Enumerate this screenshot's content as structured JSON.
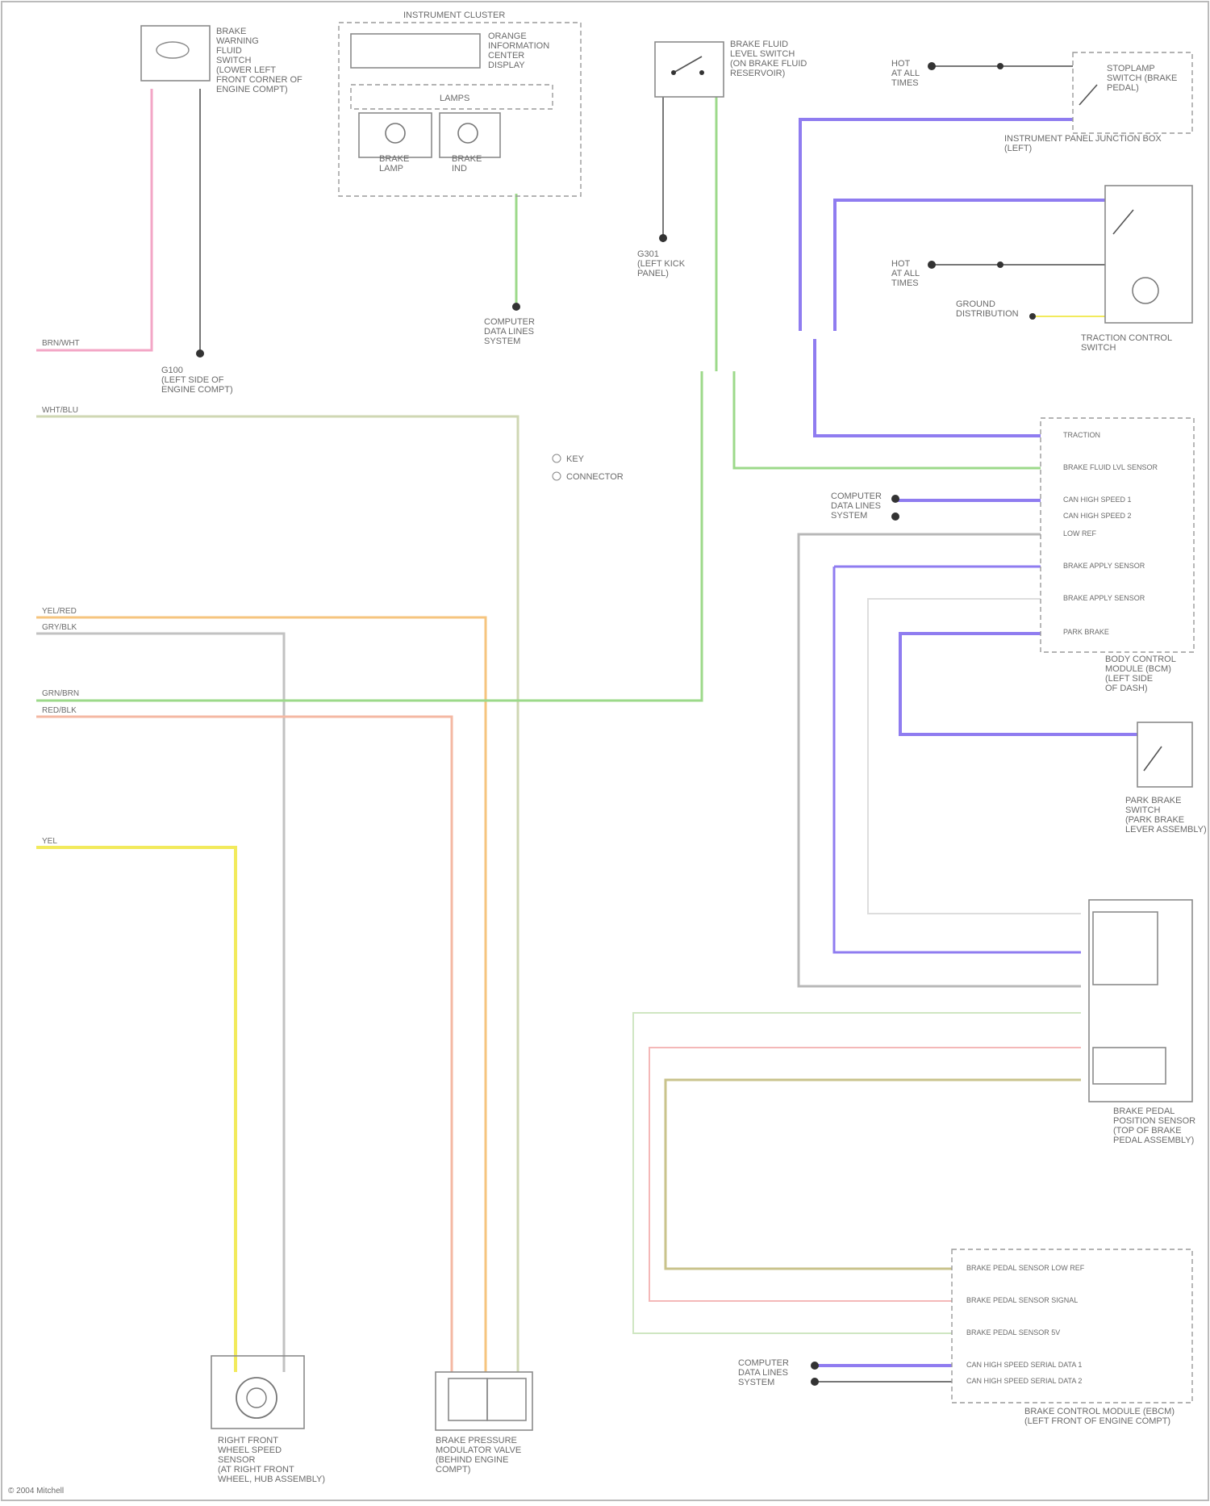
{
  "title_block": {
    "instrument_cluster": "INSTRUMENT CLUSTER",
    "cluster_display_label": "ORANGE\nINFORMATION\nCENTER\nDISPLAY",
    "lamp_label": "LAMPS",
    "lamp_left": "BRAKE\nLAMP",
    "lamp_right": "BRAKE\nIND"
  },
  "labels": {
    "brake_fluid_sensor": "BRAKE\nWARNING\nFLUID\nSWITCH\n(LOWER LEFT\nFRONT CORNER OF\nENGINE COMPT)",
    "g100": "G100\n(LEFT SIDE OF\nENGINE COMPT)",
    "computer_data_lines": "COMPUTER\nDATA LINES\nSYSTEM",
    "brake_fluid_level_switch": "BRAKE FLUID\nLEVEL SWITCH\n(ON BRAKE FLUID\nRESERVOIR)",
    "g301": "G301\n(LEFT KICK\nPANEL)",
    "hot_at_all_times_1": "HOT\nAT ALL\nTIMES",
    "stoplamp_switch": "STOPLAMP\nSWITCH (BRAKE\nPEDAL)",
    "instrument_panel_fuse": "INSTRUMENT PANEL JUNCTION BOX\n(LEFT)",
    "hot_at_all_times_2": "HOT\nAT ALL\nTIMES",
    "ground_distribution": "GROUND\nDISTRIBUTION",
    "traction_control_switch": "TRACTION CONTROL\nSWITCH",
    "legend_key": "KEY",
    "legend_connector": "CONNECTOR",
    "body_control_module": "BODY CONTROL\nMODULE (BCM)\n(LEFT SIDE\nOF DASH)",
    "park_brake_switch": "PARK BRAKE\nSWITCH\n(PARK BRAKE\nLEVER ASSEMBLY)",
    "brake_pedal_position_sensor": "BRAKE PEDAL\nPOSITION SENSOR\n(TOP OF BRAKE\nPEDAL ASSEMBLY)",
    "abs_module": "BRAKE CONTROL MODULE (EBCM)\n(LEFT FRONT OF ENGINE COMPT)",
    "right_front_wheel_sensor": "RIGHT FRONT\nWHEEL SPEED\nSENSOR\n(AT RIGHT FRONT\nWHEEL, HUB ASSEMBLY)",
    "brake_pressure_modulator": "BRAKE PRESSURE\nMODULATOR VALVE\n(BEHIND ENGINE\nCOMPT)",
    "computer_data_lines_2": "COMPUTER\nDATA LINES\nSYSTEM",
    "computer_data_lines_3": "COMPUTER\nDATA LINES\nSYSTEM",
    "footer": "© 2004 Mitchell"
  },
  "bcm_pins": [
    "TRACTION",
    "BRAKE FLUID LVL SENSOR",
    "CAN HIGH SPEED 1",
    "CAN HIGH SPEED 2",
    "LOW REF",
    "BRAKE APPLY SENSOR",
    "BRAKE APPLY SENSOR",
    "PARK BRAKE"
  ],
  "ebcm_pins": [
    "BRAKE PEDAL SENSOR LOW REF",
    "BRAKE PEDAL SENSOR SIGNAL",
    "BRAKE PEDAL SENSOR 5V",
    "CAN HIGH SPEED SERIAL DATA 1",
    "CAN HIGH SPEED SERIAL DATA 2"
  ],
  "left_terminals": [
    "BRN/WHT",
    "WHT/BLU",
    "YEL/RED",
    "GRY/BLK",
    "GRN/BRN",
    "RED/BLK",
    "YEL"
  ],
  "wire_colors": {
    "purple": "#8f7cf0",
    "green": "#9cd98a",
    "orange": "#f6c47e",
    "red": "#f4a3a3",
    "yellow": "#f2ea5c",
    "gray": "#b8b8b8",
    "olive": "#c9c38c",
    "pink": "#f3a6c6",
    "tan": "#d9c7a0"
  }
}
